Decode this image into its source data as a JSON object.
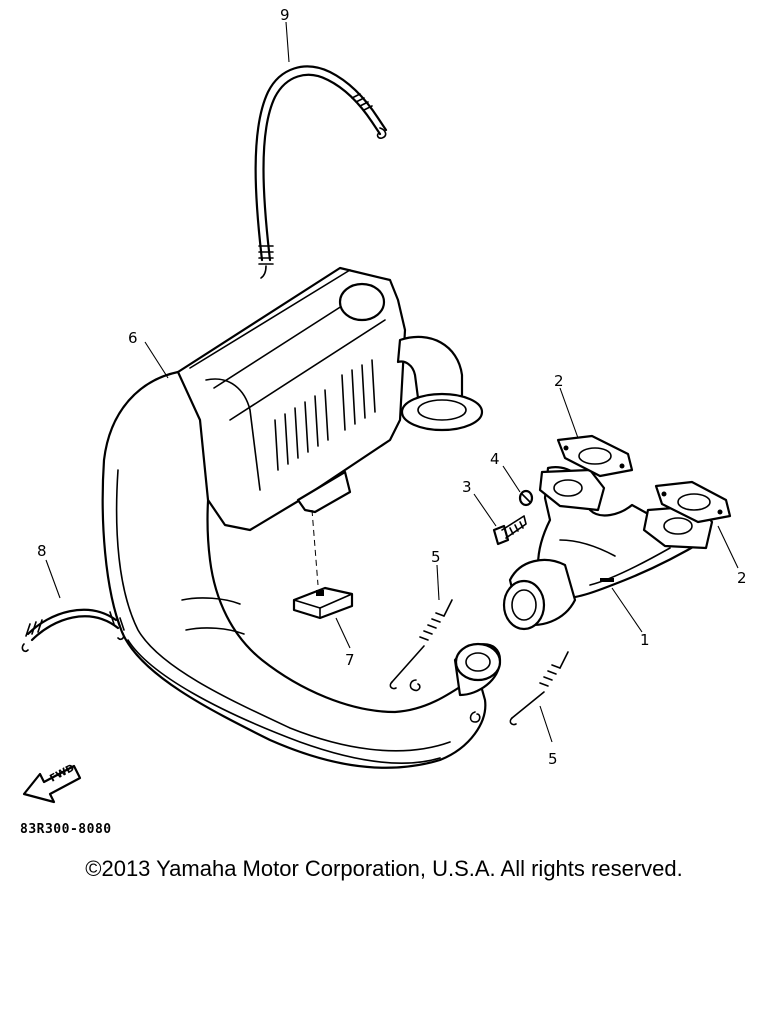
{
  "diagram": {
    "callouts": [
      "9",
      "6",
      "2",
      "4",
      "3",
      "2",
      "1",
      "8",
      "5",
      "7",
      "5"
    ],
    "fwd_label": "FWD"
  },
  "footer": {
    "part_code": "83R300-8080",
    "copyright": "©2013 Yamaha Motor Corporation, U.S.A. All rights reserved."
  }
}
